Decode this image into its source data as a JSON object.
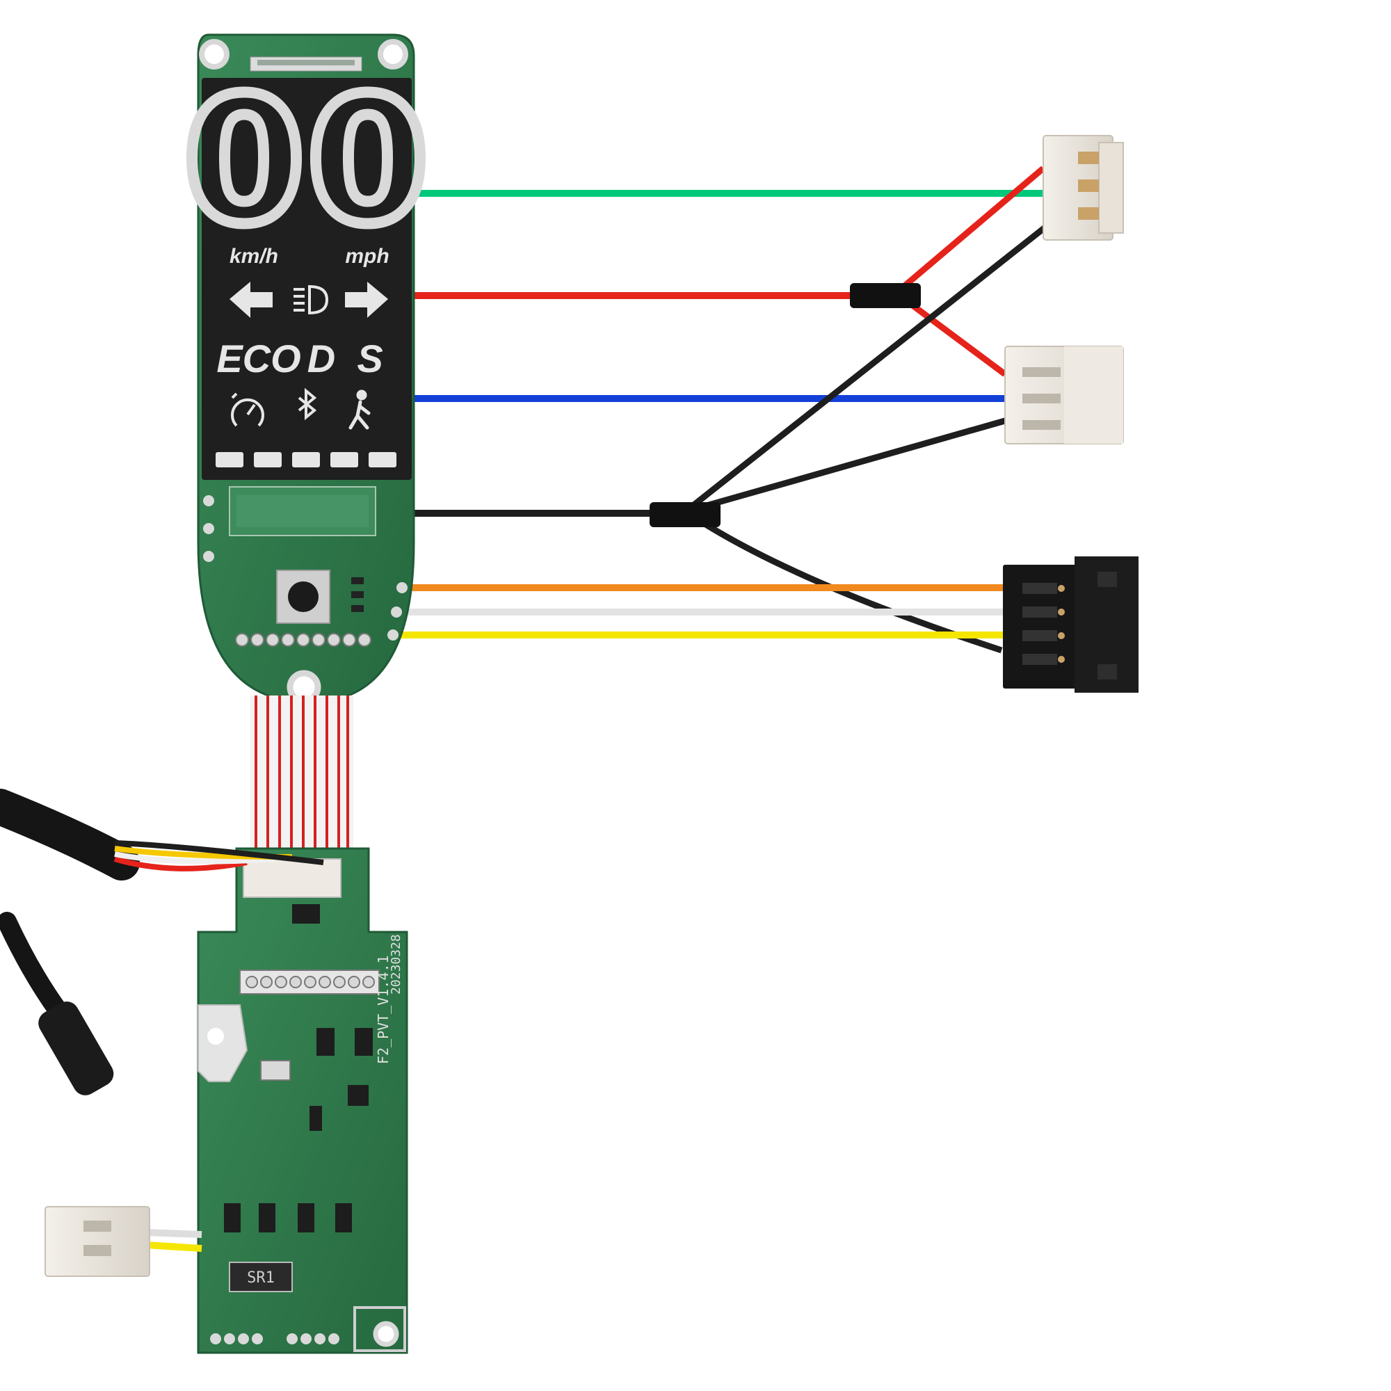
{
  "display": {
    "digits": "00",
    "unit_left": "km/h",
    "unit_right": "mph",
    "mode_eco": "ECO",
    "mode_d": "D",
    "mode_s": "S",
    "battery_bars": 5,
    "icons": [
      "arrow-left-icon",
      "headlight-icon",
      "arrow-right-icon",
      "cruise-control-icon",
      "bluetooth-icon",
      "walking-person-icon"
    ]
  },
  "lower_board": {
    "chip_mark": "SR1",
    "silkscreen": [
      "F2_PVT_V1.4.1",
      "20230328"
    ]
  },
  "colors": {
    "pcb": "#2f7d4f",
    "display": "#1f1f1f",
    "wire_green": "#00c87a",
    "wire_red": "#e5231b",
    "wire_blue": "#1540d8",
    "wire_black": "#1e1e1e",
    "wire_orange": "#f08a1e",
    "wire_white": "#eeeeee",
    "wire_yellow": "#f5e600"
  }
}
